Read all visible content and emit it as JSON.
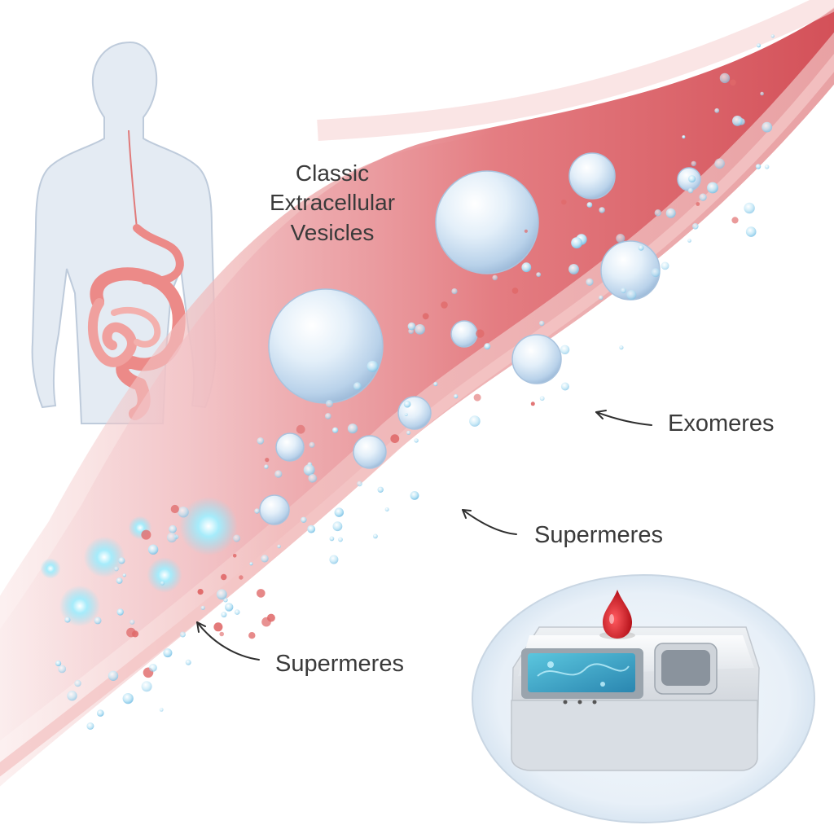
{
  "labels": {
    "classic_line1": "Classic",
    "classic_line2": "Extracellular",
    "classic_line3": "Vesicles",
    "exomeres": "Exomeres",
    "supermeres_upper": "Supermeres",
    "supermeres_lower": "Supermeres"
  },
  "colors": {
    "vessel_wall": "#e89a9c",
    "vessel_lumen": "#d7585f",
    "body_silhouette": "#dfe6f0",
    "intestine": "#ec8a88",
    "vesicle": "#cfe3f3",
    "glow_particle": "#8fe2f8",
    "blood_drop": "#d81f26",
    "device_body": "#e9ecef",
    "device_screen": "#3aa9c9",
    "text": "#3a3a3a"
  },
  "icons": [
    "human-body-icon",
    "digestive-tract-icon",
    "blood-drop-icon",
    "analyzer-device-icon"
  ]
}
